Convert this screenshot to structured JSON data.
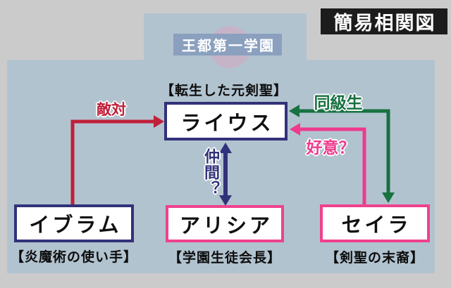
{
  "header": {
    "title": "簡易相関図"
  },
  "school_badge": {
    "label": "王都第一学園"
  },
  "characters": [
    {
      "id": "laius",
      "name": "ライウス",
      "caption": "【転生した元剣聖】"
    },
    {
      "id": "ibram",
      "name": "イブラム",
      "caption": "【炎魔術の使い手】"
    },
    {
      "id": "alicia",
      "name": "アリシア",
      "caption": "【学園生徒会長】"
    },
    {
      "id": "seira",
      "name": "セイラ",
      "caption": "【剣聖の末裔】"
    }
  ],
  "relations": [
    {
      "id": "hostility",
      "label": "敵対",
      "from": "イブラム",
      "to": "ライウス",
      "direction": "one-way",
      "color": "#c0203a"
    },
    {
      "id": "classmates",
      "label": "同級生",
      "from": "セイラ",
      "to": "ライウス",
      "direction": "two-way",
      "color": "#177140"
    },
    {
      "id": "affection",
      "label": "好意？",
      "from": "セイラ",
      "to": "ライウス",
      "direction": "one-way",
      "color": "#ee3b8d"
    },
    {
      "id": "comrades",
      "label": "仲間？",
      "from": "アリシア",
      "to": "ライウス",
      "direction": "two-way",
      "color": "#32327a"
    }
  ],
  "colors": {
    "background": "#cccbcb",
    "panel": "#b2c3d0",
    "school_badge_bg": "#8aa0be",
    "title_bg": "#1c1c1c",
    "navy_border": "#32327a",
    "pink_border": "#f0418e",
    "red_arrow": "#c0203a",
    "green_arrow": "#177140",
    "pink_arrow": "#ee3b8d",
    "navy_arrow": "#32327a",
    "deco_circle": "#c8b2c6"
  }
}
